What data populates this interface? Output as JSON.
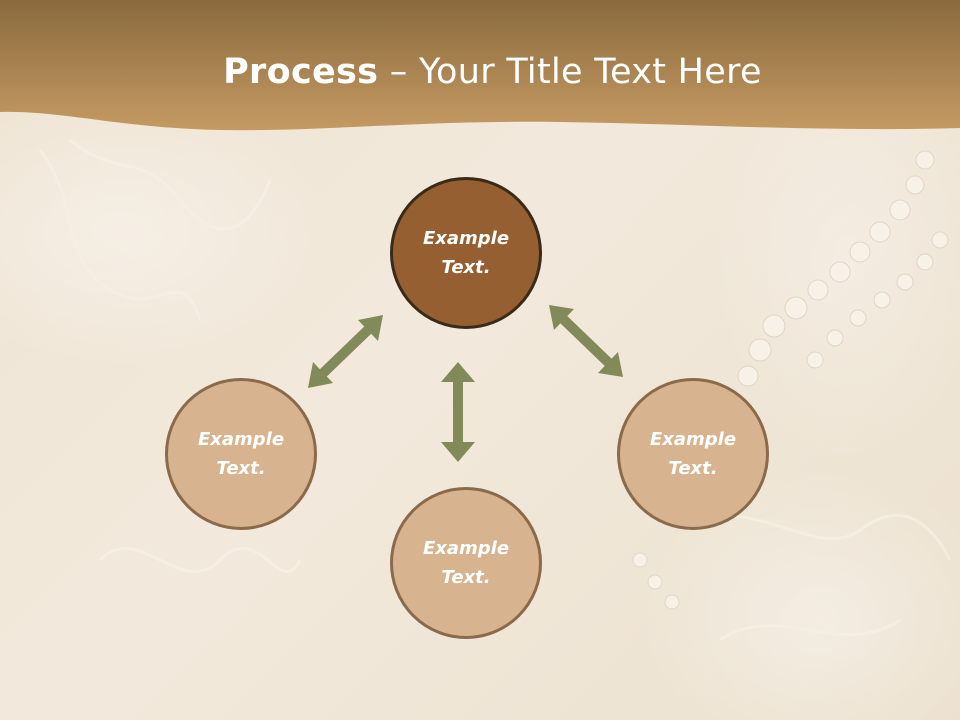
{
  "title": {
    "bold": "Process",
    "rest": " – Your Title Text Here"
  },
  "diagram": {
    "center": {
      "line1": "Example",
      "line2": "Text."
    },
    "left": {
      "line1": "Example",
      "line2": "Text."
    },
    "right": {
      "line1": "Example",
      "line2": "Text."
    },
    "bottom": {
      "line1": "Example",
      "line2": "Text."
    }
  },
  "colors": {
    "header_top": "#8a6a3e",
    "header_bottom": "#c49a62",
    "center_circle": "#965f31",
    "outer_circle": "#d7b48f",
    "arrow": "#838a5a"
  }
}
